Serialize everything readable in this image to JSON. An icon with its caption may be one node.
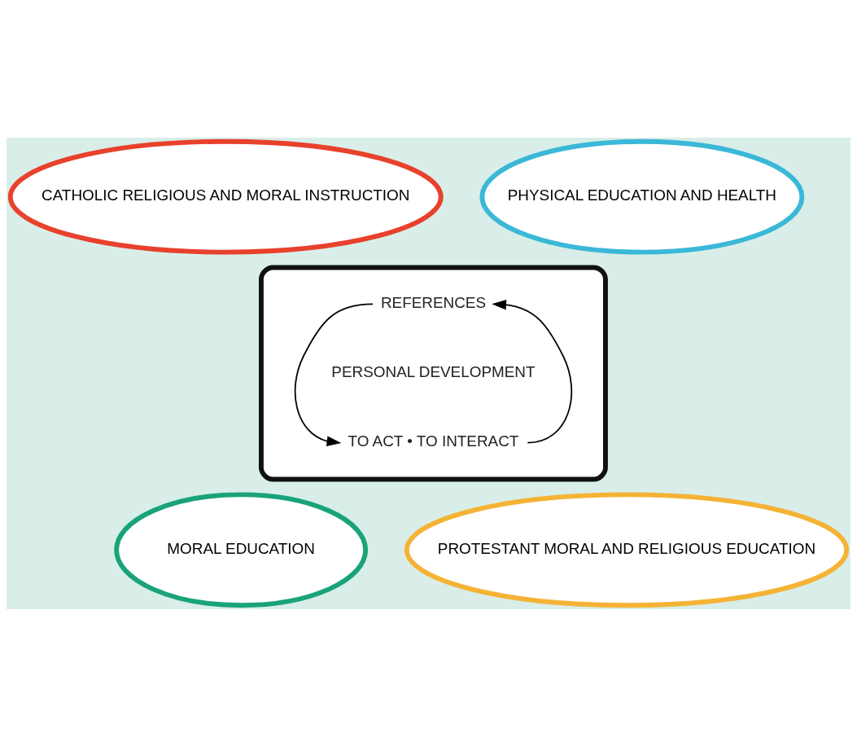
{
  "diagram": {
    "nodes": [
      {
        "text": [
          "CATHOLIC RELIGIOUS AND MORAL INSTRUCTION"
        ]
      },
      {
        "text": [
          "PHYSICAL EDUCATION AND HEALTH"
        ]
      },
      {
        "text": [],
        "shape": "ellipse"
      },
      {
        "text": [
          "REFERENCES"
        ],
        "in": 2
      },
      {
        "text": [
          "PERSONAL DEVELOPMENT"
        ],
        "in": 2
      },
      {
        "text": [
          "TO ACT • TO INTERACT"
        ],
        "in": 2
      },
      {
        "text": [
          "MORAL EDUCATION"
        ]
      },
      {
        "text": [
          "PROTESTANT MORAL AND RELIGIOUS EDUCATION"
        ]
      }
    ],
    "edges": [
      {
        "from": 3,
        "to": 5,
        "arrow": "to"
      },
      {
        "from": 5,
        "to": 3,
        "arrow": "to"
      }
    ]
  }
}
